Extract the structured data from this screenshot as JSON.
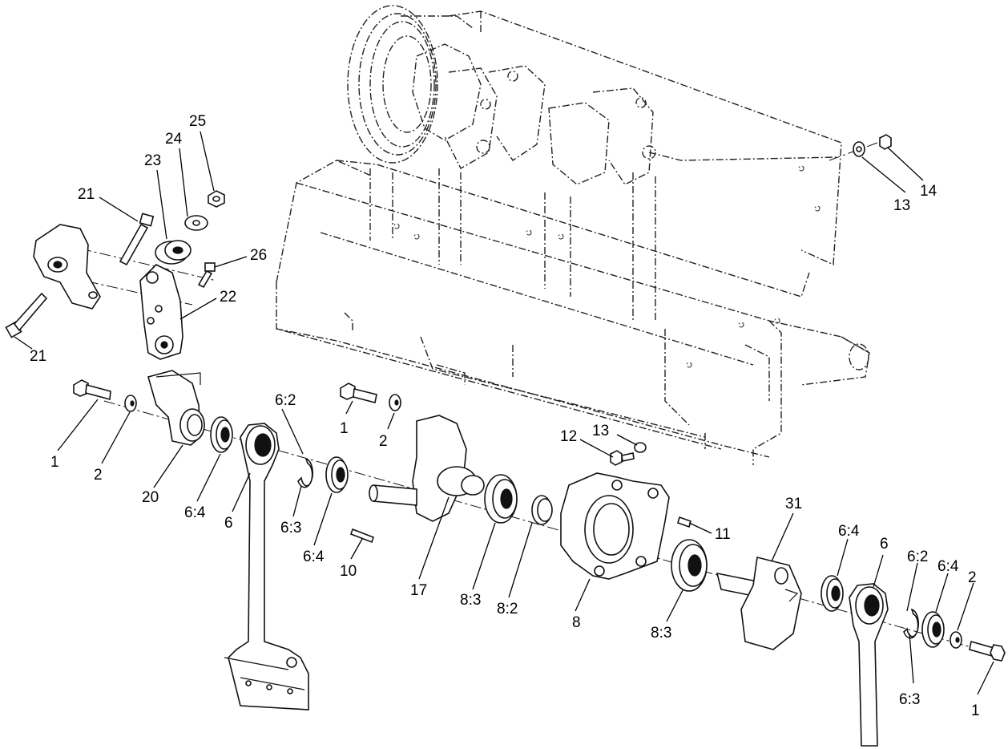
{
  "diagram": {
    "callouts": [
      {
        "id": "c1a",
        "label": "1"
      },
      {
        "id": "c2a",
        "label": "2"
      },
      {
        "id": "c20",
        "label": "20"
      },
      {
        "id": "c64a",
        "label": "6:4"
      },
      {
        "id": "c6a",
        "label": "6"
      },
      {
        "id": "c62a",
        "label": "6:2"
      },
      {
        "id": "c63a",
        "label": "6:3"
      },
      {
        "id": "c64b",
        "label": "6:4"
      },
      {
        "id": "c1b",
        "label": "1"
      },
      {
        "id": "c2b",
        "label": "2"
      },
      {
        "id": "c10",
        "label": "10"
      },
      {
        "id": "c17",
        "label": "17"
      },
      {
        "id": "c83a",
        "label": "8:3"
      },
      {
        "id": "c82",
        "label": "8:2"
      },
      {
        "id": "c12",
        "label": "12"
      },
      {
        "id": "c13a",
        "label": "13"
      },
      {
        "id": "c8",
        "label": "8"
      },
      {
        "id": "c11",
        "label": "11"
      },
      {
        "id": "c83b",
        "label": "8:3"
      },
      {
        "id": "c31",
        "label": "31"
      },
      {
        "id": "c64c",
        "label": "6:4"
      },
      {
        "id": "c6b",
        "label": "6"
      },
      {
        "id": "c62b",
        "label": "6:2"
      },
      {
        "id": "c64d",
        "label": "6:4"
      },
      {
        "id": "c2c",
        "label": "2"
      },
      {
        "id": "c63b",
        "label": "6:3"
      },
      {
        "id": "c1c",
        "label": "1"
      },
      {
        "id": "c21a",
        "label": "21"
      },
      {
        "id": "c23",
        "label": "23"
      },
      {
        "id": "c24",
        "label": "24"
      },
      {
        "id": "c25",
        "label": "25"
      },
      {
        "id": "c26",
        "label": "26"
      },
      {
        "id": "c22",
        "label": "22"
      },
      {
        "id": "c21b",
        "label": "21"
      },
      {
        "id": "c13b",
        "label": "13"
      },
      {
        "id": "c14",
        "label": "14"
      }
    ]
  }
}
